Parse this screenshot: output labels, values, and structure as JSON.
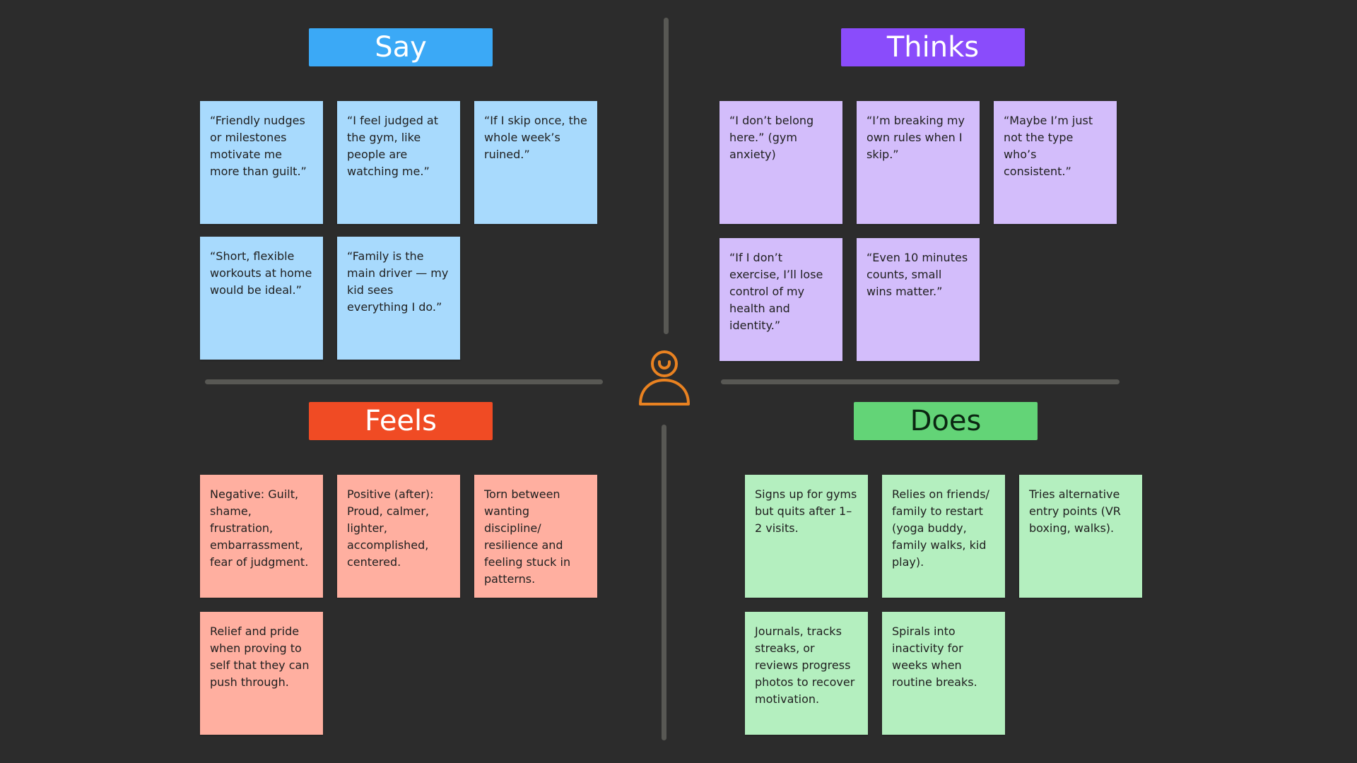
{
  "colors": {
    "background": "#2c2c2c",
    "divider": "#585854",
    "persona_icon": "#e98221",
    "say_header": "#3ba9f6",
    "say_note": "#a8dafd",
    "thinks_header": "#8a4cfb",
    "thinks_note": "#d3bdfb",
    "feels_header": "#f04b24",
    "feels_note": "#ffafa0",
    "does_header": "#63d477",
    "does_note": "#b4efbf"
  },
  "center": {
    "icon": "person-icon"
  },
  "say": {
    "title": "Say",
    "notes": [
      "“Friendly nudges or milestones motivate me more than guilt.”",
      "“I feel judged at the gym, like people are watching me.”",
      "“If I skip once, the whole week’s ruined.”",
      "“Short, flexible workouts at home would be ideal.”",
      "“Family is the main driver — my kid sees everything I do.”"
    ]
  },
  "thinks": {
    "title": "Thinks",
    "notes": [
      "“I don’t belong here.” (gym anxiety)",
      "“I’m breaking my own rules when I skip.”",
      "“Maybe I’m just not the type who’s consistent.”",
      "“If I don’t exercise, I’ll lose control of my health and identity.”",
      "“Even 10 minutes counts, small wins matter.”"
    ]
  },
  "feels": {
    "title": "Feels",
    "notes": [
      "Negative: Guilt, shame, frustration, embarrassment, fear of judgment.",
      "Positive (after): Proud, calmer, lighter, accomplished, centered.",
      "Torn between wanting discipline/ resilience and feeling stuck in patterns.",
      "Relief and pride when proving to self that they can push through."
    ]
  },
  "does": {
    "title": "Does",
    "notes": [
      "Signs up for gyms but quits after 1–2 visits.",
      "Relies on friends/ family to restart (yoga buddy, family walks, kid play).",
      "Tries alternative entry points (VR boxing, walks).",
      "Journals, tracks streaks, or reviews progress photos to recover motivation.",
      "Spirals into inactivity for weeks when routine breaks."
    ]
  }
}
